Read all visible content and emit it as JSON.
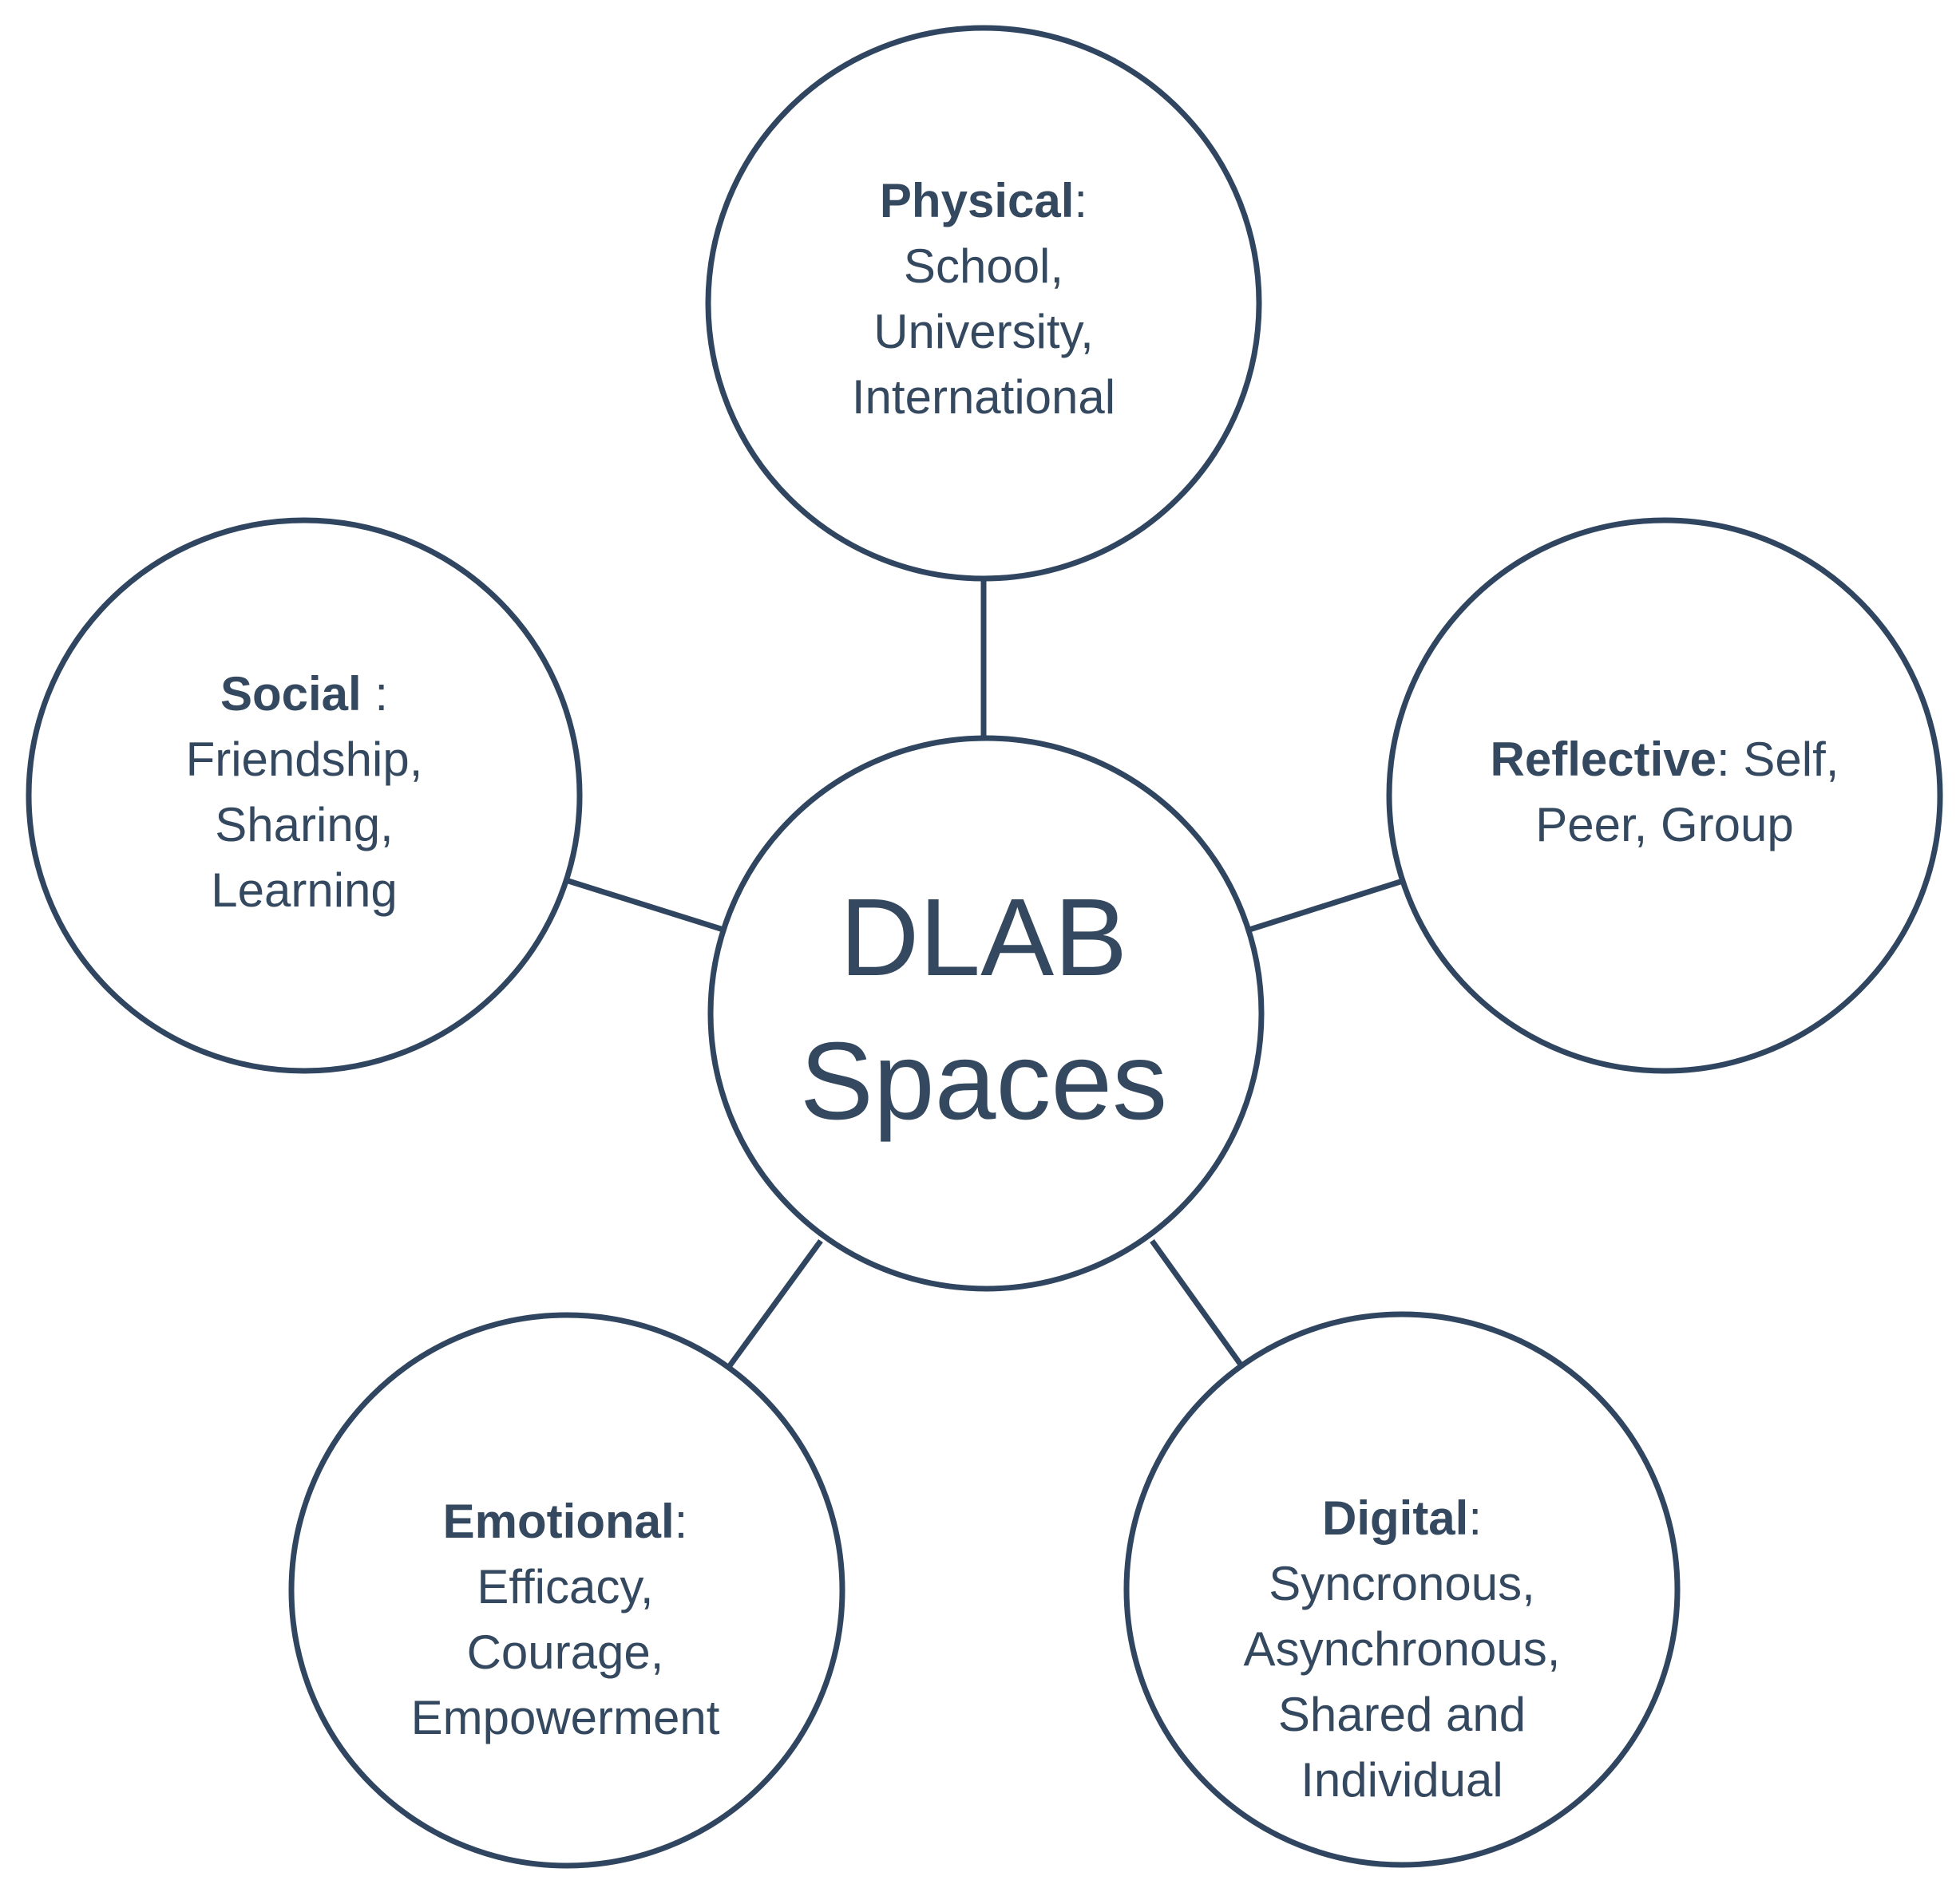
{
  "center": {
    "line1": "DLAB",
    "line2": "Spaces"
  },
  "nodes": {
    "physical": {
      "title": "Physical",
      "separator": ":",
      "lines": [
        "School,",
        "University,",
        "International"
      ]
    },
    "reflective": {
      "title": "Reflective",
      "inline_rest": ": Self,",
      "lines": [
        "Peer, Group"
      ]
    },
    "digital": {
      "title": "Digital",
      "separator": ":",
      "lines": [
        "Syncronous,",
        "Asynchronous,",
        "Shared and",
        "Individual"
      ]
    },
    "emotional": {
      "title": "Emotional",
      "separator": ":",
      "lines": [
        "Efficacy,",
        "Courage,",
        "Empowerment"
      ]
    },
    "social": {
      "title": "Social",
      "separator": " :",
      "lines": [
        "Friendship,",
        "Sharing,",
        "Learning"
      ]
    }
  },
  "colors": {
    "stroke": "#2f4560",
    "text": "#34495f",
    "background": "#ffffff"
  }
}
